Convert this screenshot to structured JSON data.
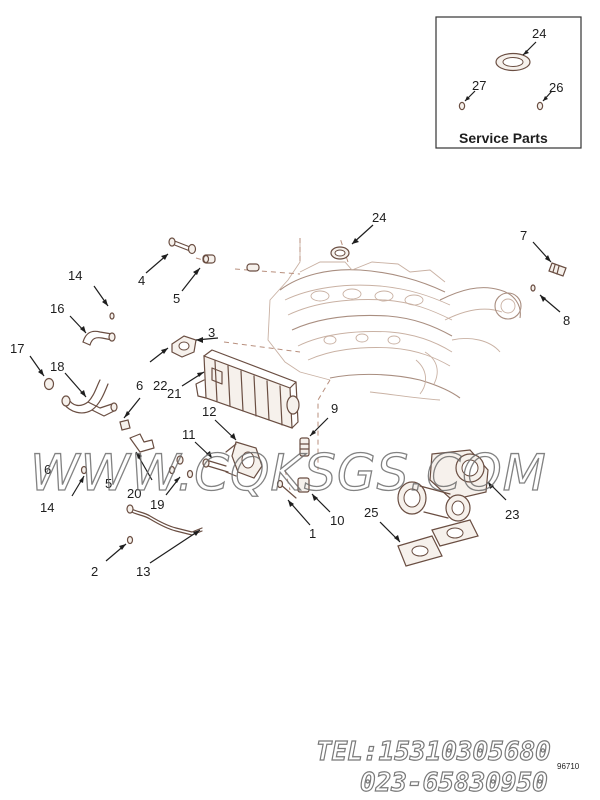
{
  "service_parts": {
    "title": "Service Parts",
    "items": [
      "24",
      "27",
      "26"
    ]
  },
  "callouts": {
    "c1": "1",
    "c2": "2",
    "c3": "3",
    "c4": "4",
    "c5": "5",
    "c6": "6",
    "c7": "7",
    "c8": "8",
    "c9": "9",
    "c10": "10",
    "c11": "11",
    "c12": "12",
    "c13": "13",
    "c14a": "14",
    "c14b": "14",
    "c16": "16",
    "c17": "17",
    "c18": "18",
    "c19": "19",
    "c20": "20",
    "c21": "21",
    "c22": "22",
    "c23": "23",
    "c24": "24",
    "c25": "25",
    "c6b": "6",
    "c5b": "5"
  },
  "watermark": "WWW.CQKSGS.COM",
  "contact": {
    "tel": "TEL:15310305680",
    "phone": "023-65830950"
  },
  "ref_code": "96710"
}
